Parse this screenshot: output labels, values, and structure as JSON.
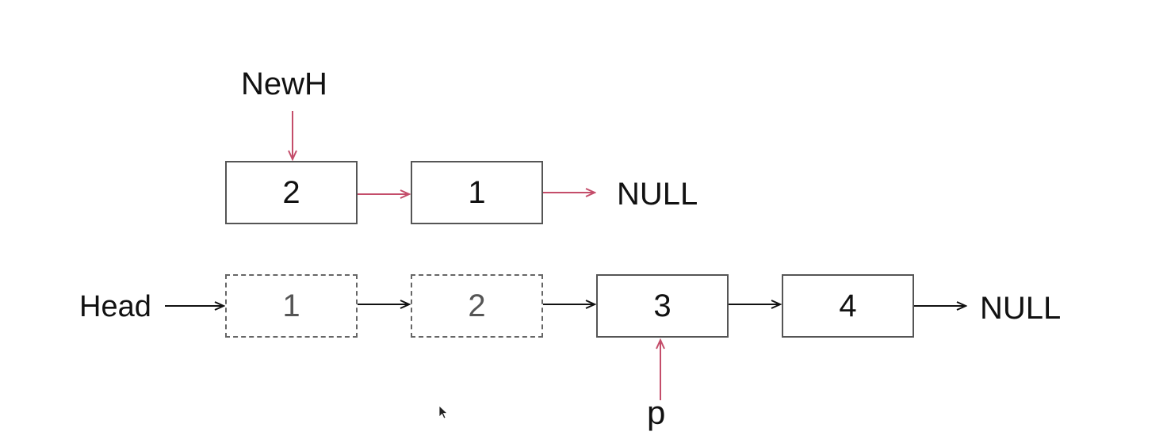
{
  "colors": {
    "red_arrow": "#c44d6a",
    "black_arrow": "#111111"
  },
  "top_list": {
    "pointer_label": "NewH",
    "nodes": [
      "2",
      "1"
    ],
    "terminal": "NULL"
  },
  "bottom_list": {
    "head_label": "Head",
    "nodes": [
      {
        "value": "1",
        "style": "dashed"
      },
      {
        "value": "2",
        "style": "dashed"
      },
      {
        "value": "3",
        "style": "solid"
      },
      {
        "value": "4",
        "style": "solid"
      }
    ],
    "terminal": "NULL",
    "pointer_label": "p"
  }
}
